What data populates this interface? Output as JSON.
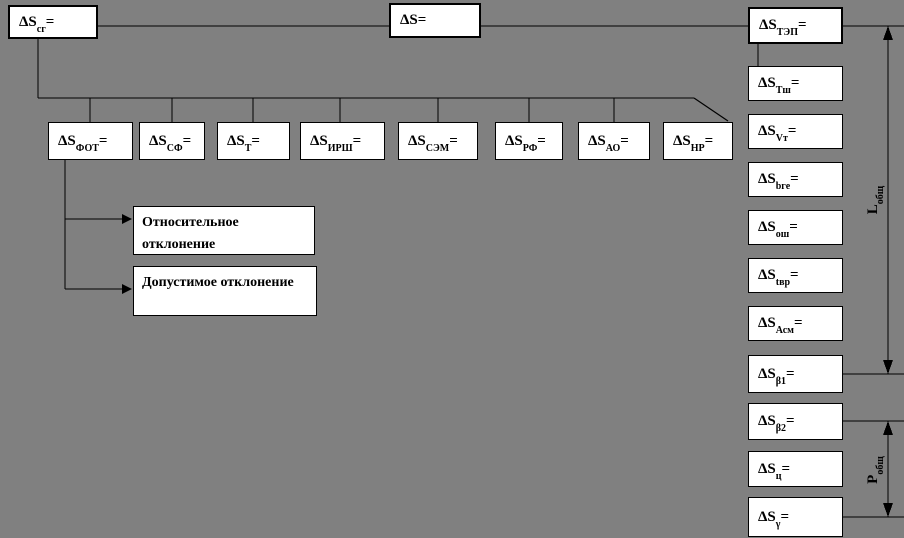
{
  "colors": {
    "background": "#808080",
    "box_fill": "#ffffff",
    "line": "#000000"
  },
  "formulas": {
    "sg": {
      "base": "ΔS",
      "sub": "сг",
      "eq": "="
    },
    "s": {
      "base": "ΔS",
      "sub": "",
      "eq": "="
    },
    "tep": {
      "base": "ΔS",
      "sub": "ТЭП",
      "eq": "="
    },
    "fot": {
      "base": "ΔS",
      "sub": "ФОТ",
      "eq": "="
    },
    "sf": {
      "base": "ΔS",
      "sub": "СФ",
      "eq": "="
    },
    "t": {
      "base": "ΔS",
      "sub": "Т",
      "eq": "="
    },
    "irsh": {
      "base": "ΔS",
      "sub": "ИРШ",
      "eq": "="
    },
    "sem": {
      "base": "ΔS",
      "sub": "СЭМ",
      "eq": "="
    },
    "rf": {
      "base": "ΔS",
      "sub": "РФ",
      "eq": "="
    },
    "ao": {
      "base": "ΔS",
      "sub": "АО",
      "eq": "="
    },
    "nr": {
      "base": "ΔS",
      "sub": "НР",
      "eq": "="
    },
    "tsh": {
      "base": "ΔS",
      "sub": "Тш",
      "eq": "="
    },
    "vt": {
      "base": "ΔS",
      "sub": "Vт",
      "eq": "="
    },
    "bge": {
      "base": "ΔS",
      "sub": "bге",
      "eq": "="
    },
    "osh": {
      "base": "ΔS",
      "sub": "ош",
      "eq": "="
    },
    "tvr": {
      "base": "ΔS",
      "sub": "tвр",
      "eq": "="
    },
    "asm": {
      "base": "ΔS",
      "sub": "Асм",
      "eq": "="
    },
    "b1": {
      "base": "ΔS",
      "sub": "β1",
      "eq": "="
    },
    "b2": {
      "base": "ΔS",
      "sub": "β2",
      "eq": "="
    },
    "c": {
      "base": "ΔS",
      "sub": "ц",
      "eq": "="
    },
    "gamma": {
      "base": "ΔS",
      "sub": "γ",
      "eq": "="
    }
  },
  "notes": {
    "relative": "Относительное отклонение",
    "allowed": "Допустимое отклонение"
  },
  "axis_labels": {
    "l": {
      "base": "L",
      "sub": "общ"
    },
    "p": {
      "base": "P",
      "sub": "общ"
    }
  }
}
